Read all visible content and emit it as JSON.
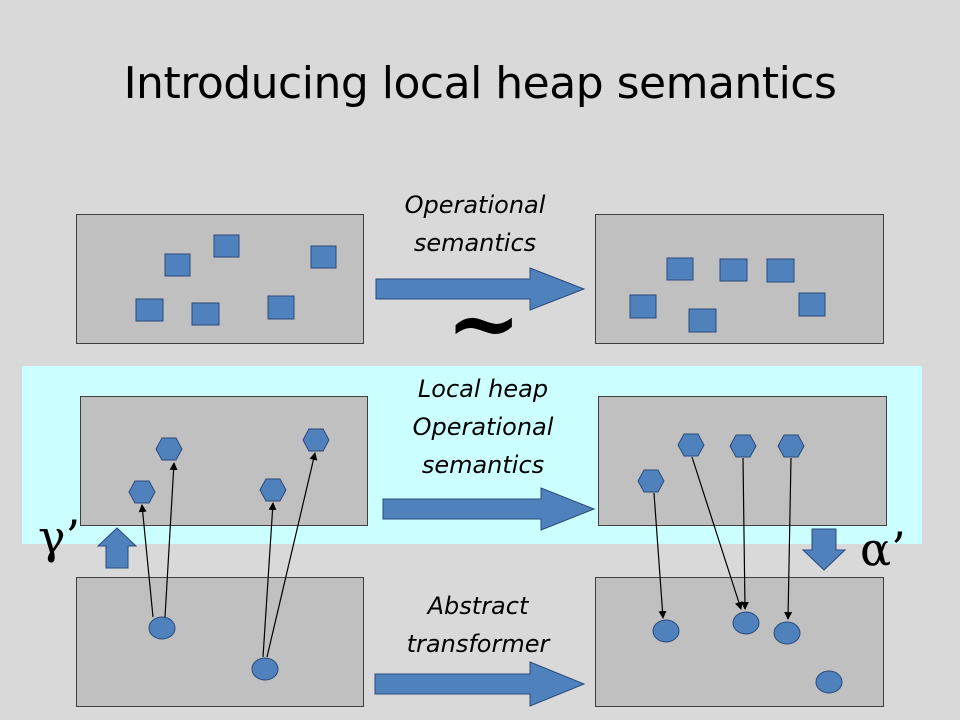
{
  "title": "Introducing local heap semantics",
  "rows": {
    "top_label": [
      "Operational",
      "semantics"
    ],
    "middle_label_heading": "Local heap",
    "middle_label": [
      "Operational",
      "semantics"
    ],
    "bottom_label": [
      "Abstract",
      "transformer"
    ]
  },
  "symbols": {
    "approx": "~",
    "gamma_prime": "γ’",
    "alpha_prime": "α’"
  },
  "colors": {
    "background": "#d9d9d9",
    "local_band": "#ccffff",
    "panel": "#c0c0c0",
    "node_fill": "#4f81bd",
    "node_stroke": "#2b4a7a",
    "local_heap_text": "#1f3fbf"
  },
  "node_shapes": {
    "concrete": "square",
    "local": "hexagon",
    "abstract": "circle"
  }
}
